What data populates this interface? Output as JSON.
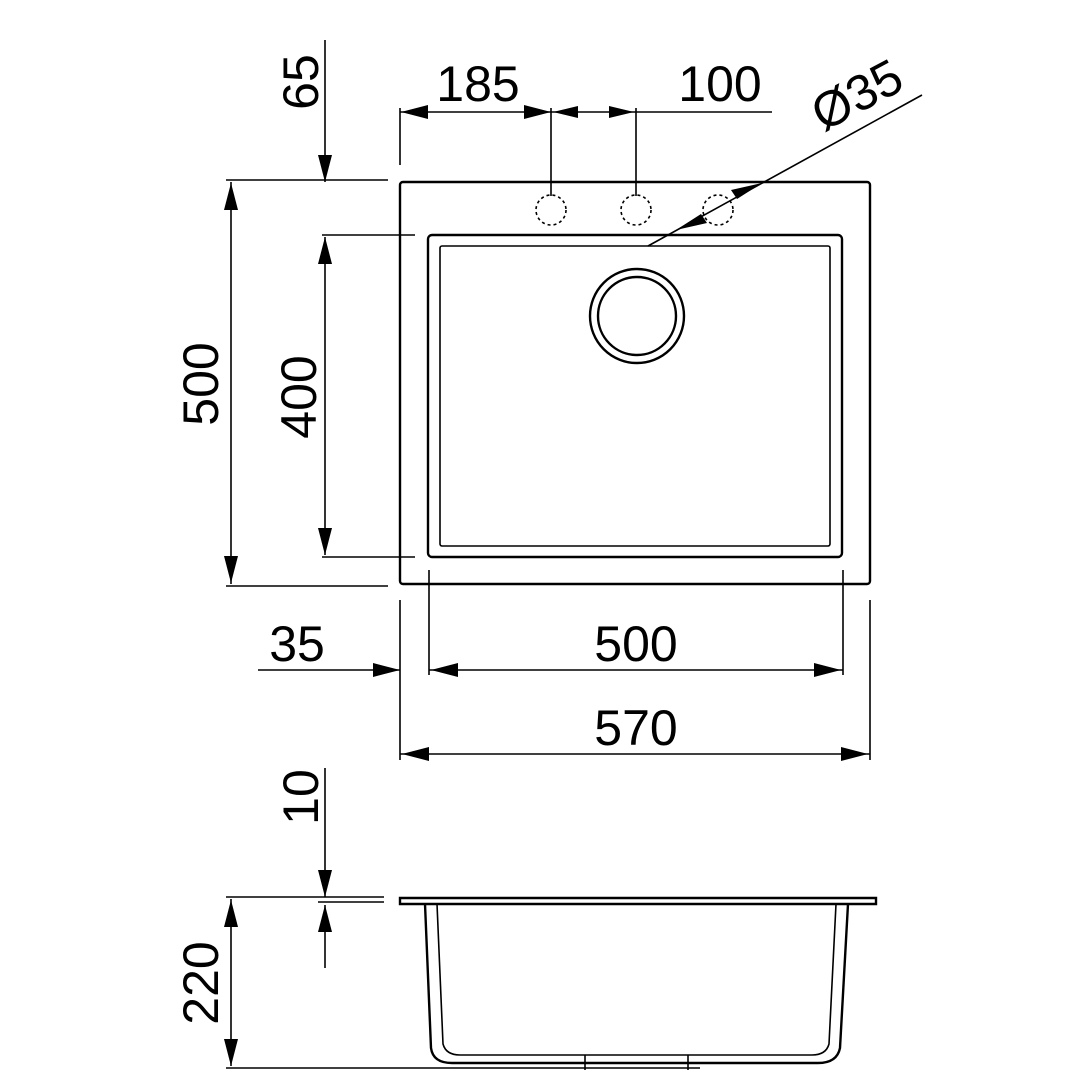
{
  "drawing": {
    "top_view": {
      "dim_overall_depth": "500",
      "dim_bowl_depth": "400",
      "dim_rim_to_bowl": "65",
      "dim_tap_hole_offset": "185",
      "dim_tap_hole_spacing": "100",
      "dim_tap_hole_diameter": "Ø35",
      "dim_side_rim": "35",
      "dim_bowl_width": "500",
      "dim_overall_width": "570"
    },
    "side_view": {
      "dim_rim_thickness": "10",
      "dim_bowl_height": "220"
    }
  }
}
